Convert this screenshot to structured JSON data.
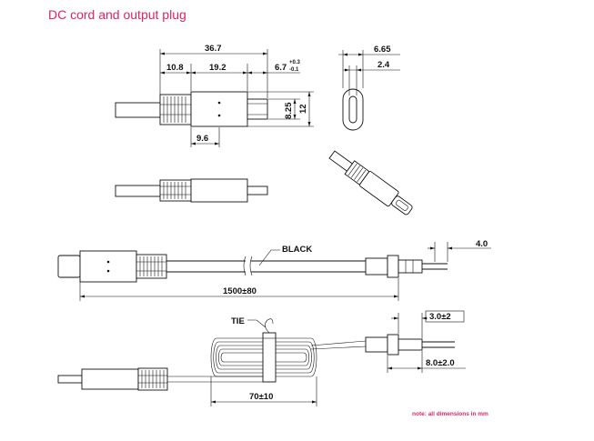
{
  "title": "DC cord and output plug",
  "top_view": {
    "dim_overall": "36.7",
    "dim_cable_strain": "10.8",
    "dim_body": "19.2",
    "dim_plug_base": "6.7",
    "dim_plug_tol_upper": "+0.3",
    "dim_plug_tol_lower": "-0.1",
    "dim_body_offset": "9.6",
    "dim_plug_height": "8.25",
    "dim_body_height": "12"
  },
  "end_view": {
    "dim_width": "6.65",
    "dim_inner": "2.4"
  },
  "cable_view": {
    "wire_label": "BLACK",
    "length": "1500±80",
    "strip_length": "4.0"
  },
  "coiled_view": {
    "tie_label": "TIE",
    "coil_length": "70±10",
    "dim_strip": "3.0±2",
    "dim_sleeve": "8.0±2.0"
  },
  "note": "note: all dimensions in mm"
}
